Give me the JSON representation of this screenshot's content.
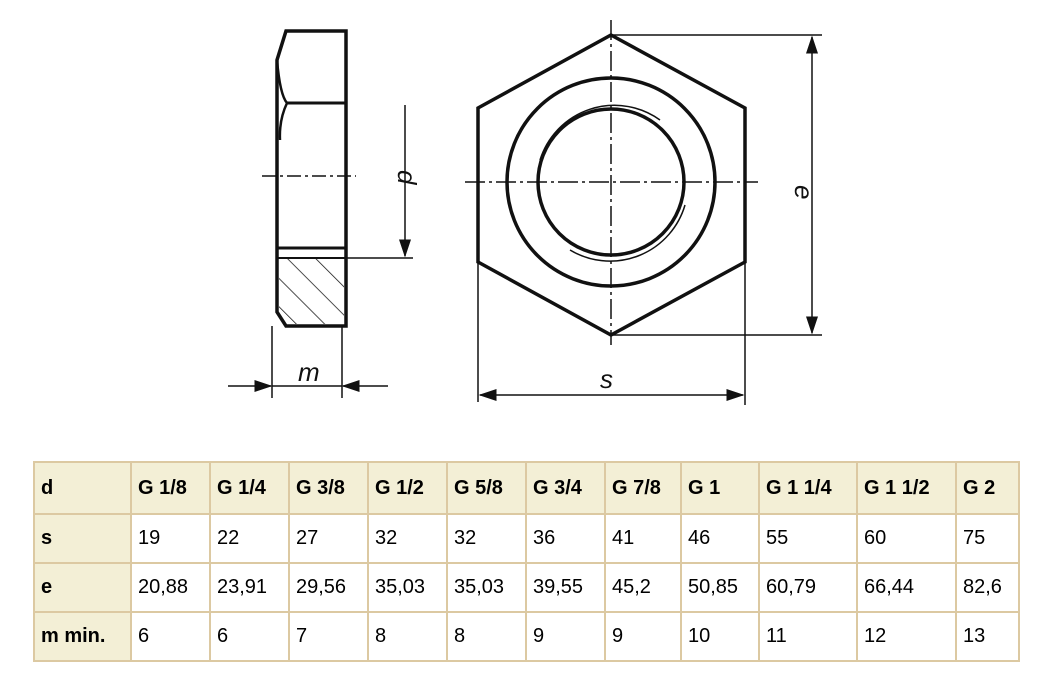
{
  "drawing": {
    "labels": {
      "d": "d",
      "e": "e",
      "m": "m",
      "s": "s"
    }
  },
  "table": {
    "rows": [
      {
        "label": "d",
        "values": [
          "G 1/8",
          "G 1/4",
          "G 3/8",
          "G 1/2",
          "G 5/8",
          "G 3/4",
          "G 7/8",
          "G 1",
          "G 1 1/4",
          "G 1 1/2",
          "G 2"
        ]
      },
      {
        "label": "s",
        "values": [
          "19",
          "22",
          "27",
          "32",
          "32",
          "36",
          "41",
          "46",
          "55",
          "60",
          "75"
        ]
      },
      {
        "label": "e",
        "values": [
          "20,88",
          "23,91",
          "29,56",
          "35,03",
          "35,03",
          "39,55",
          "45,2",
          "50,85",
          "60,79",
          "66,44",
          "82,6"
        ]
      },
      {
        "label": "m min.",
        "values": [
          "6",
          "6",
          "7",
          "8",
          "8",
          "9",
          "9",
          "10",
          "11",
          "12",
          "13"
        ]
      }
    ]
  }
}
